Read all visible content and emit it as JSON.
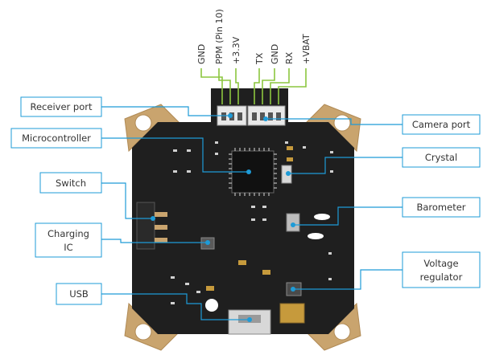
{
  "pins": {
    "left": [
      "GND",
      "PPM (Pin 10)",
      "+3.3V"
    ],
    "right": [
      "TX",
      "GND",
      "RX",
      "+VBAT"
    ]
  },
  "labels": {
    "receiver_port": "Receiver port",
    "microcontroller": "Microcontroller",
    "switch": "Switch",
    "charging_ic_line1": "Charging",
    "charging_ic_line2": "IC",
    "usb": "USB",
    "camera_port": "Camera port",
    "crystal": "Crystal",
    "barometer": "Barometer",
    "voltage_regulator_line1": "Voltage",
    "voltage_regulator_line2": "regulator"
  },
  "colors": {
    "board": "#1f1f1f",
    "frame": "#c9a46e",
    "callout": "#1e9bd7",
    "pin_wire": "#8cc63f"
  }
}
